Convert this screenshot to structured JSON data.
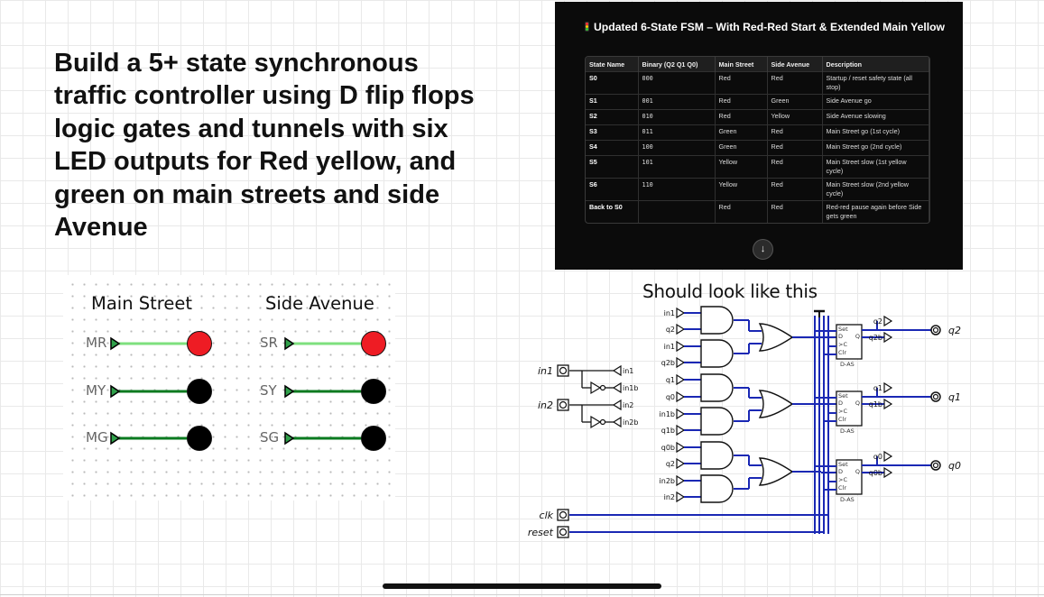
{
  "prompt": {
    "text": "Build a 5+ state synchronous traffic controller using D flip flops logic gates and tunnels with six LED outputs for Red yellow, and green on main streets and side Avenue"
  },
  "fsm": {
    "title": "Updated 6-State FSM – With Red-Red Start & Extended Main Yellow",
    "columns": [
      "State Name",
      "Binary (Q2 Q1 Q0)",
      "Main Street",
      "Side Avenue",
      "Description"
    ],
    "rows": [
      {
        "state": "S0",
        "binary": "000",
        "main": "Red",
        "side": "Red",
        "desc": "Startup / reset safety state (all stop)"
      },
      {
        "state": "S1",
        "binary": "001",
        "main": "Red",
        "side": "Green",
        "desc": "Side Avenue go"
      },
      {
        "state": "S2",
        "binary": "010",
        "main": "Red",
        "side": "Yellow",
        "desc": "Side Avenue slowing"
      },
      {
        "state": "S3",
        "binary": "011",
        "main": "Green",
        "side": "Red",
        "desc": "Main Street go (1st cycle)"
      },
      {
        "state": "S4",
        "binary": "100",
        "main": "Green",
        "side": "Red",
        "desc": "Main Street go (2nd cycle)"
      },
      {
        "state": "S5",
        "binary": "101",
        "main": "Yellow",
        "side": "Red",
        "desc": "Main Street slow (1st yellow cycle)"
      },
      {
        "state": "S6",
        "binary": "110",
        "main": "Yellow",
        "side": "Red",
        "desc": "Main Street slow (2nd yellow cycle)"
      },
      {
        "state": "Back to S0",
        "binary": "",
        "main": "Red",
        "side": "Red",
        "desc": "Red-red pause again before Side gets green"
      }
    ],
    "scroll_icon": "arrow-down-icon",
    "scroll_glyph": "↓"
  },
  "leds": {
    "main_heading": "Main Street",
    "side_heading": "Side Avenue",
    "red_on_color": "#ee1c24",
    "off_color": "#000000",
    "main": [
      {
        "label": "MR",
        "state": "on"
      },
      {
        "label": "MY",
        "state": "off"
      },
      {
        "label": "MG",
        "state": "off"
      }
    ],
    "side": [
      {
        "label": "SR",
        "state": "on"
      },
      {
        "label": "SY",
        "state": "off"
      },
      {
        "label": "SG",
        "state": "off"
      }
    ]
  },
  "circuit": {
    "title": "Should look like this",
    "wire_color": "#1a28b4",
    "inputs": [
      "in1",
      "in2",
      "clk",
      "reset"
    ],
    "tunnels_in": [
      "in1",
      "in1b",
      "in2",
      "in2b"
    ],
    "gate_inputs": [
      "in1",
      "q2",
      "in1",
      "q2b",
      "q1",
      "q0",
      "in1b",
      "q1b",
      "q0b",
      "q2",
      "in2b",
      "in2"
    ],
    "flipflop_labels": {
      "set": "Set",
      "d": "D",
      "q": "Q",
      "c": ">C",
      "clr": "Clr",
      "name": "D-AS"
    },
    "flipflops": [
      {
        "q_tunnel": "q2",
        "qb_tunnel": "q2b",
        "output": "q2"
      },
      {
        "q_tunnel": "q1",
        "qb_tunnel": "q1b",
        "output": "q1"
      },
      {
        "q_tunnel": "q0",
        "qb_tunnel": "q0b",
        "output": "q0"
      }
    ]
  }
}
